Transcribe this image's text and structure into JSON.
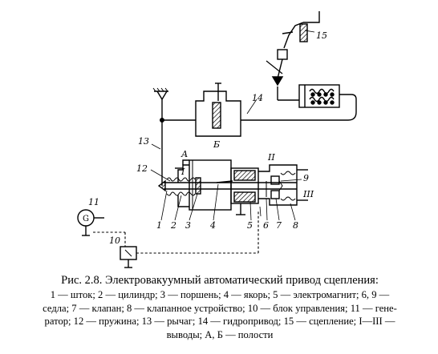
{
  "labels": {
    "l1": "1",
    "l2": "2",
    "l3": "3",
    "l4": "4",
    "l5": "5",
    "l6": "6",
    "l7": "7",
    "l8": "8",
    "l9": "9",
    "l10": "10",
    "l11": "11",
    "l12": "12",
    "l13": "13",
    "l14": "14",
    "l15": "15",
    "A": "А",
    "B": "Б",
    "I": "I",
    "II": "II",
    "III": "III",
    "gen": "G"
  },
  "caption": {
    "title": "Рис. 2.8. Электровакуумный автоматический привод сцепления:",
    "line1": "1 — шток; 2 — цилиндр; 3 — поршень; 4 — якорь; 5 — электромагнит; 6, 9 —",
    "line2": "седла; 7 — клапан; 8 — клапанное устройство; 10 — блок управления; 11 — гене-",
    "line3": "ратор; 12 — пружина; 13 — рычаг; 14 — гидропривод; 15 — сцепление; I—III —",
    "line4": "выводы; А, Б — полости"
  }
}
